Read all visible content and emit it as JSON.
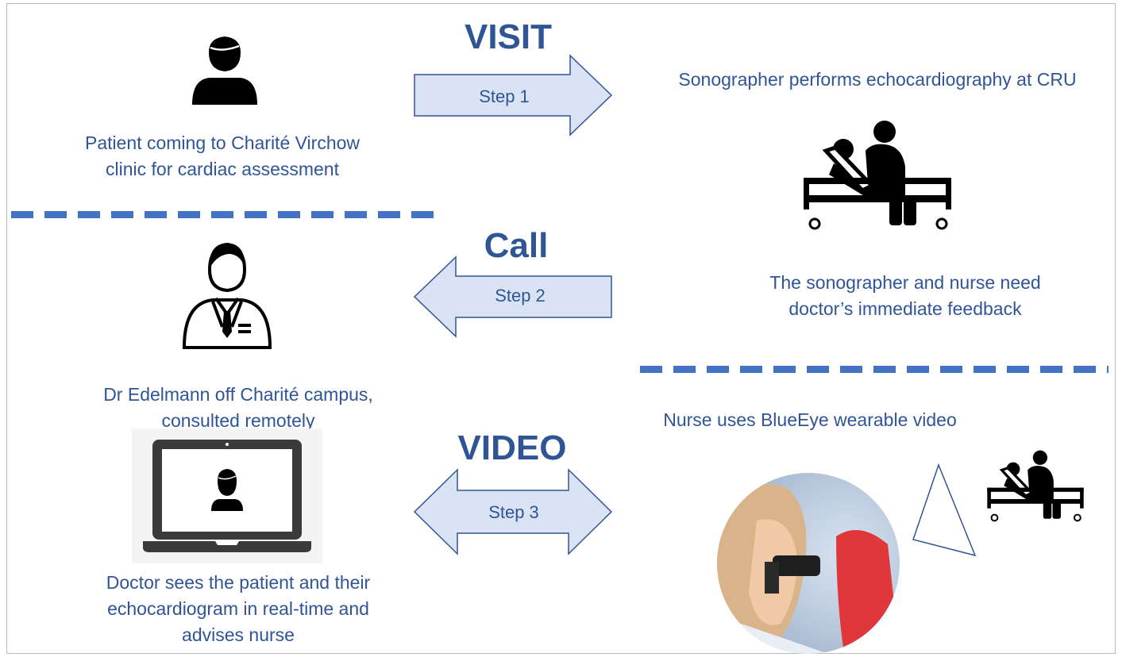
{
  "steps": [
    {
      "header": "VISIT",
      "label": "Step 1"
    },
    {
      "header": "Call",
      "label": "Step 2"
    },
    {
      "header": "VIDEO",
      "label": "Step 3"
    }
  ],
  "captions": {
    "patient": [
      "Patient coming to Charité Virchow",
      "clinic for cardiac assessment"
    ],
    "sonographer": "Sonographer performs echocardiography at CRU",
    "need_feedback": [
      "The sonographer and nurse need",
      "doctor’s immediate feedback"
    ],
    "doctor": [
      "Dr Edelmann off Charité campus,",
      "consulted remotely"
    ],
    "nurse": "Nurse uses BlueEye wearable video",
    "doctor_sees": [
      "Doctor sees the patient and their",
      "echocardiogram in real-time and",
      "advises nurse"
    ]
  },
  "icons": [
    "patient-icon",
    "doctor-icon",
    "laptop-icon",
    "echo-bed-icon",
    "nurse-photo"
  ],
  "colors": {
    "text": "#2f5597",
    "dash": "#4472c4",
    "arrow_fill": "#dae3f3",
    "arrow_stroke": "#2f5597"
  }
}
